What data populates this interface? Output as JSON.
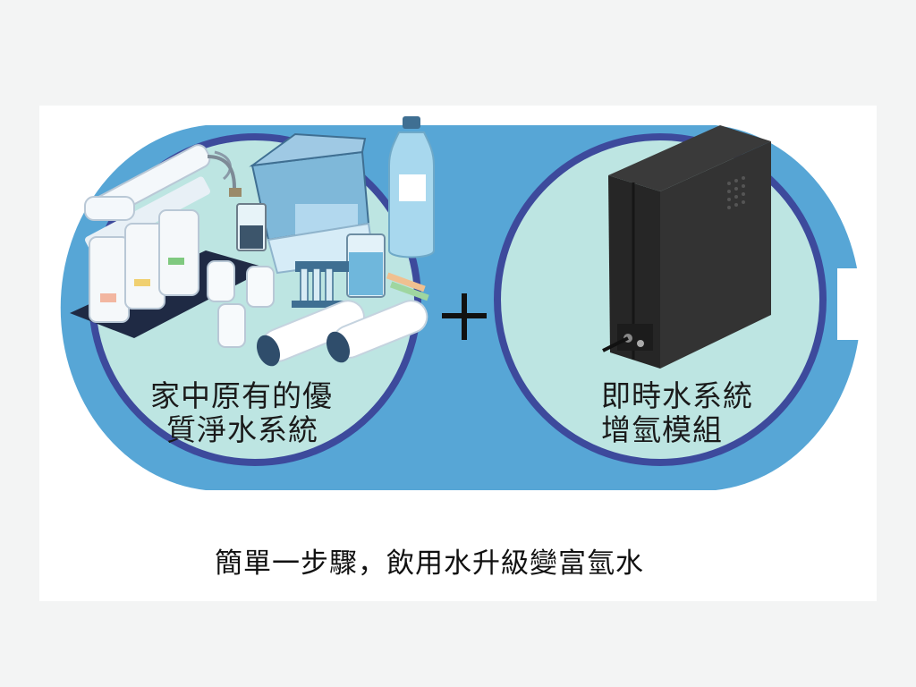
{
  "left_component": {
    "label_line1": "家中原有的優",
    "label_line2": "質淨水系統"
  },
  "plus_symbol": "+",
  "right_component": {
    "label_line1": "即時水系統",
    "label_line2": "增氫模組"
  },
  "caption": "簡單一步驟，飲用水升級變富氫水",
  "colors": {
    "background": "#f3f4f4",
    "capsule": "#57a6d6",
    "circle_fill": "#bde5e2",
    "circle_ring": "#3d4a9c",
    "device_body": "#2b2b2b",
    "caption_band": "#ffffff"
  }
}
